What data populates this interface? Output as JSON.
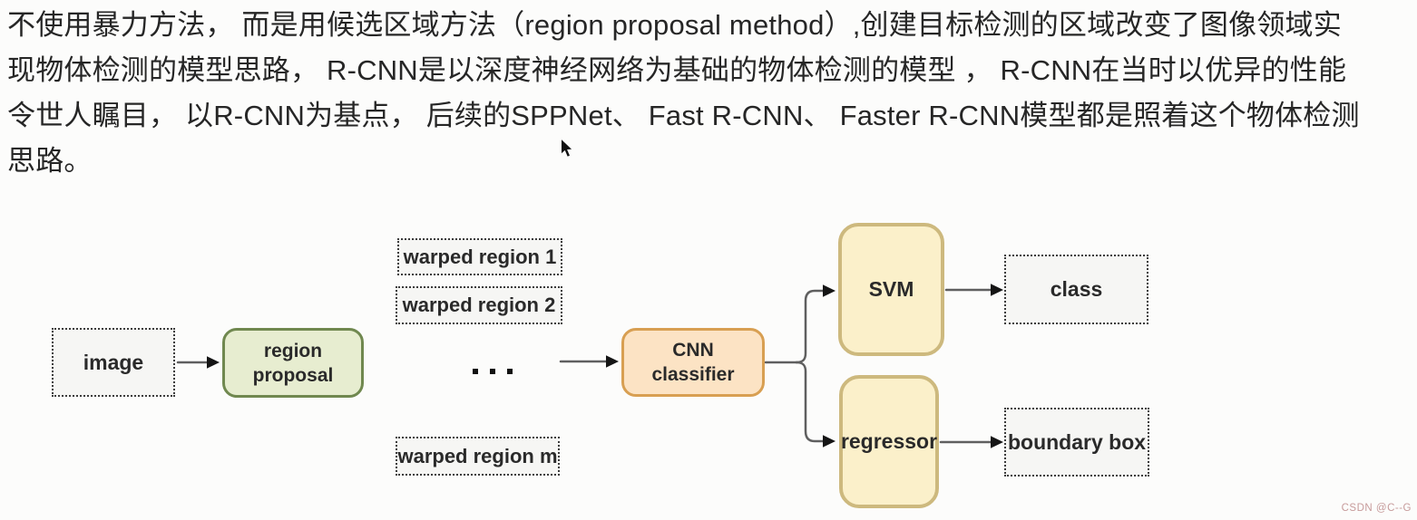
{
  "background": "#fcfcfb",
  "paragraph": {
    "lines": [
      "不使用暴力方法， 而是用候选区域方法（region proposal method）,创建目标检测的区域改变了图像领域实",
      "现物体检测的模型思路， R-CNN是以深度神经网络为基础的物体检测的模型 ， R-CNN在当时以优异的性能",
      "令世人瞩目， 以R-CNN为基点， 后续的SPPNet、 Fast R-CNN、 Faster R-CNN模型都是照着这个物体检测",
      "思路。"
    ]
  },
  "diagram": {
    "nodes": {
      "image": {
        "label": "image"
      },
      "region_proposal": {
        "line1": "region",
        "line2": "proposal"
      },
      "warped_region_1": {
        "label": "warped region 1"
      },
      "warped_region_2": {
        "label": "warped region 2"
      },
      "warped_region_m": {
        "label": "warped region m"
      },
      "cnn_classifier": {
        "line1": "CNN",
        "line2": "classifier"
      },
      "svm": {
        "label": "SVM"
      },
      "regressor": {
        "label": "regressor"
      },
      "class_output": {
        "label": "class"
      },
      "boundary_box": {
        "label": "boundary box"
      }
    },
    "colors": {
      "green_fill": "#e7edd0",
      "green_border": "#70884f",
      "orange_fill": "#fce3c4",
      "orange_border": "#d89f52",
      "yellow_fill": "#fbf0ca",
      "yellow_border": "#cdb97e",
      "dashed_fill": "#f6f6f4",
      "dashed_border": "#3c3c3c",
      "connector_line": "#5f5f5f",
      "arrowhead": "#151515",
      "label_text": "#2a2a2a"
    }
  },
  "watermark": {
    "text": "CSDN @C--G",
    "color": "#c79b9b"
  }
}
